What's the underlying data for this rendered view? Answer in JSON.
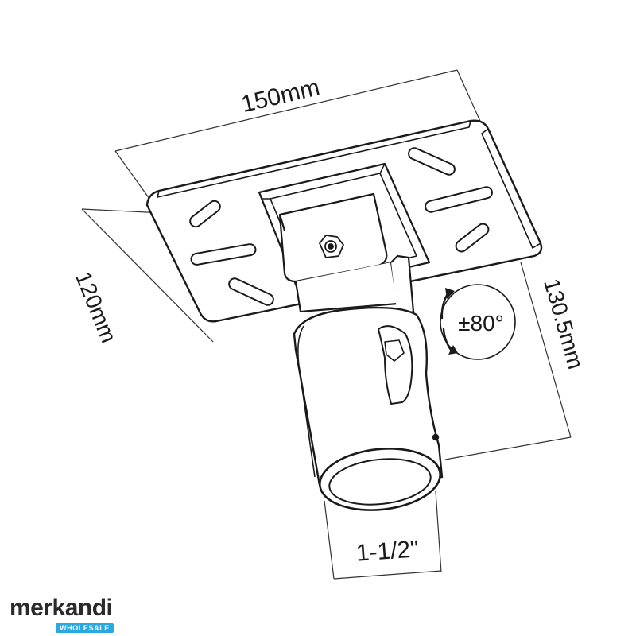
{
  "dimensions": {
    "width": "150mm",
    "depth": "120mm",
    "height": "130.5mm",
    "pipe": "1-1/2\"",
    "rotation": "±80°"
  },
  "logo": {
    "name": "merkandi",
    "tagline": "WHOLESALE",
    "badge_color": "#2aa9e0"
  }
}
